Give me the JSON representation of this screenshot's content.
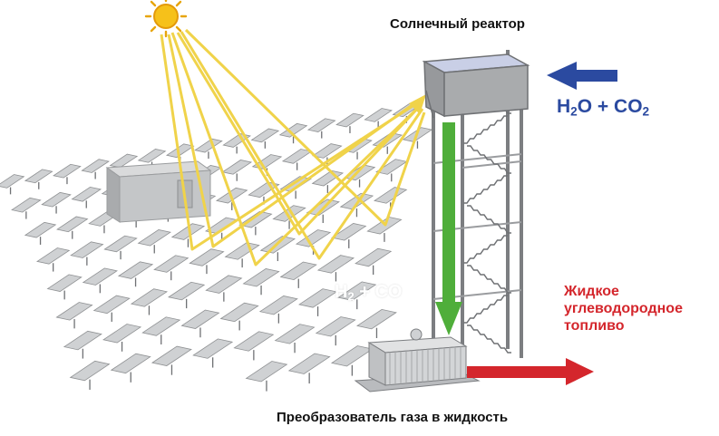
{
  "labels": {
    "reactor": "Солнечный реактор",
    "converter": "Преобразователь газа в жидкость",
    "input": {
      "a": "H",
      "a_sub": "2",
      "b": "O + CO",
      "b_sub": "2"
    },
    "syngas": {
      "a": "H",
      "a_sub": "2",
      "b": " + CO"
    },
    "fuel": [
      "Жидкое",
      "углеводородное",
      "топливо"
    ]
  },
  "colors": {
    "input_arrow": "#2b4aa0",
    "syngas_arrow": "#4fae3a",
    "fuel_arrow": "#d4262c",
    "sun": "#f6c11a",
    "rays": "#f0d34a",
    "heliostat": "#cfd1d3",
    "tower": "#8a8c8f"
  },
  "icons": {
    "sun": "sun-icon",
    "input_arrow": "arrow-left-icon",
    "syngas_arrow": "arrow-down-icon",
    "fuel_arrow": "arrow-right-icon"
  }
}
